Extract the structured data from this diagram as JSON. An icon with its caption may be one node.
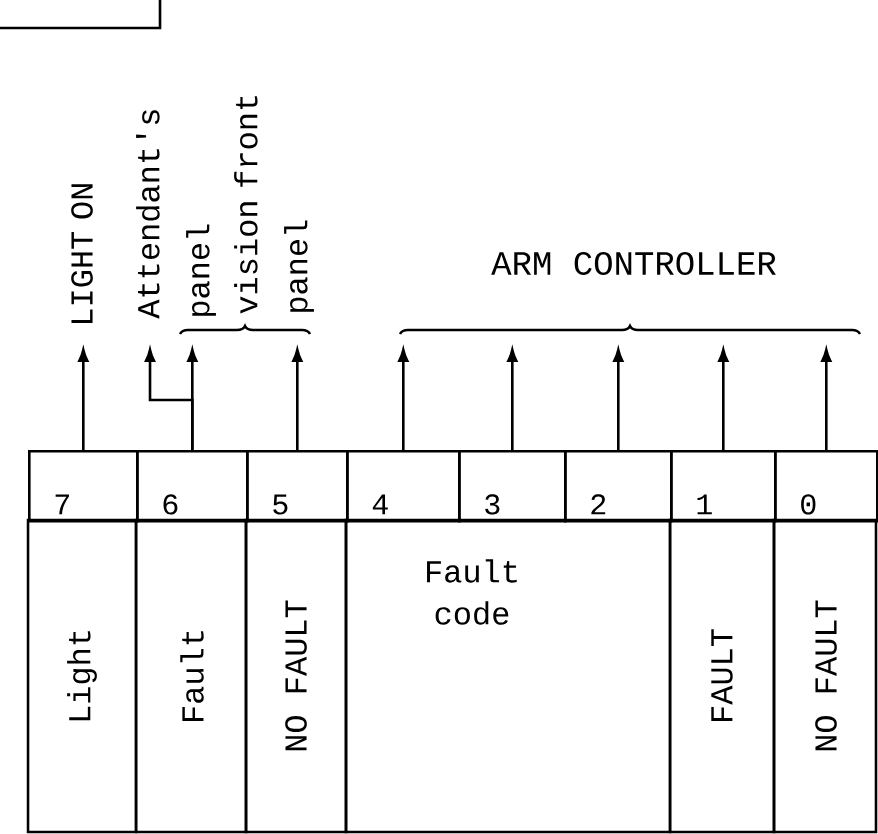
{
  "diagram": {
    "nodes": [
      {
        "text": [
          "LIGHT ON"
        ]
      },
      {
        "text": [
          "Attendant's panel"
        ]
      },
      {
        "text": [
          "vision front panel"
        ]
      },
      {
        "text": [
          "ARM CONTROLLER"
        ]
      },
      {
        "text": [
          "7"
        ]
      },
      {
        "text": [
          "6"
        ]
      },
      {
        "text": [
          "5"
        ]
      },
      {
        "text": [
          "4"
        ]
      },
      {
        "text": [
          "3"
        ]
      },
      {
        "text": [
          "2"
        ]
      },
      {
        "text": [
          "1"
        ]
      },
      {
        "text": [
          "0"
        ]
      },
      {
        "text": [
          "Light"
        ]
      },
      {
        "text": [
          "Fault"
        ]
      },
      {
        "text": [
          "NO FAULT"
        ]
      },
      {
        "text": [
          "Fault code"
        ]
      },
      {
        "text": [
          "FAULT"
        ]
      },
      {
        "text": [
          "NO FAULT"
        ]
      }
    ],
    "edges": [
      {
        "from": 4,
        "to": 0,
        "arrow": "to"
      },
      {
        "from": 5,
        "to": 1,
        "arrow": "to"
      },
      {
        "from": 5,
        "to": 2,
        "arrow": "to"
      },
      {
        "from": 6,
        "to": 2,
        "arrow": "to"
      },
      {
        "from": 7,
        "to": 3,
        "arrow": "to"
      },
      {
        "from": 8,
        "to": 3,
        "arrow": "to"
      },
      {
        "from": 9,
        "to": 3,
        "arrow": "to"
      },
      {
        "from": 10,
        "to": 3,
        "arrow": "to"
      },
      {
        "from": 11,
        "to": 3,
        "arrow": "to"
      }
    ]
  }
}
